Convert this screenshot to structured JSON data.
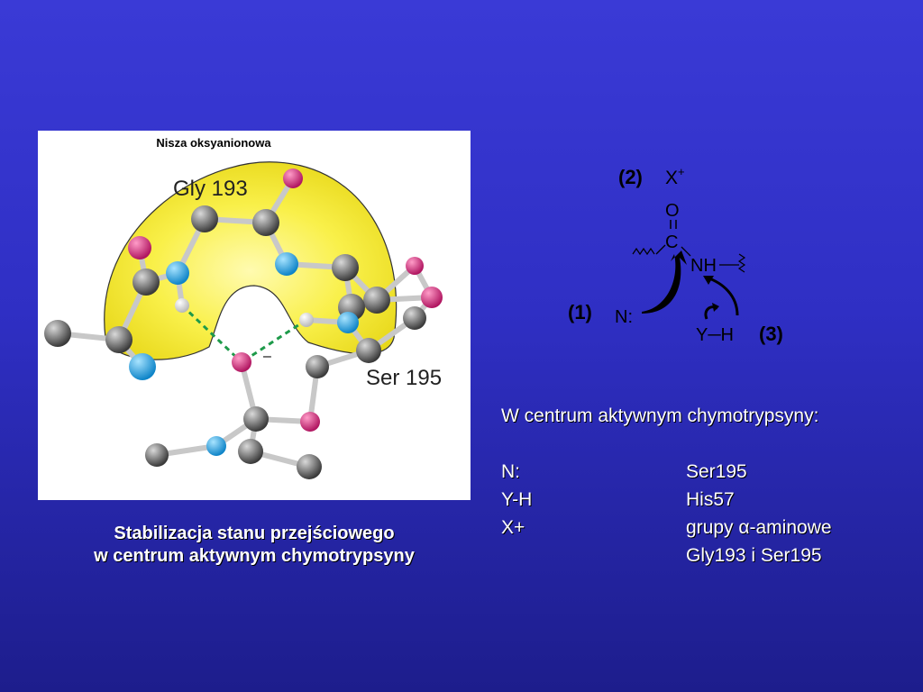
{
  "figure": {
    "title": "Nisza oksyanionowa",
    "label_gly": "Gly 193",
    "label_ser": "Ser 195",
    "charge": "–",
    "colors": {
      "pocket": "#f7ef3a",
      "carbon": "#666666",
      "nitrogen": "#1fa6e8",
      "oxygen": "#d6337a",
      "hydrogen": "#f2f2f2",
      "hbond": "#1e9a4a"
    }
  },
  "caption": {
    "line1": "Stabilizacja stanu przejściowego",
    "line2": "w centrum aktywnym chymotrypsyny"
  },
  "scheme": {
    "label2": "(2)",
    "x": "X",
    "x_sup": "+",
    "o": "O",
    "c": "C",
    "nh": "NH",
    "label1": "(1)",
    "n": "N:",
    "yh": "Y─H",
    "label3": "(3)"
  },
  "info": {
    "heading": "W centrum aktywnym chymotrypsyny:",
    "rows": [
      {
        "key": "N:",
        "value": "Ser195"
      },
      {
        "key": "Y-H",
        "value": "His57"
      },
      {
        "key": "X+",
        "value": "grupy α-aminowe"
      },
      {
        "key": "",
        "value": "Gly193 i Ser195"
      }
    ]
  }
}
